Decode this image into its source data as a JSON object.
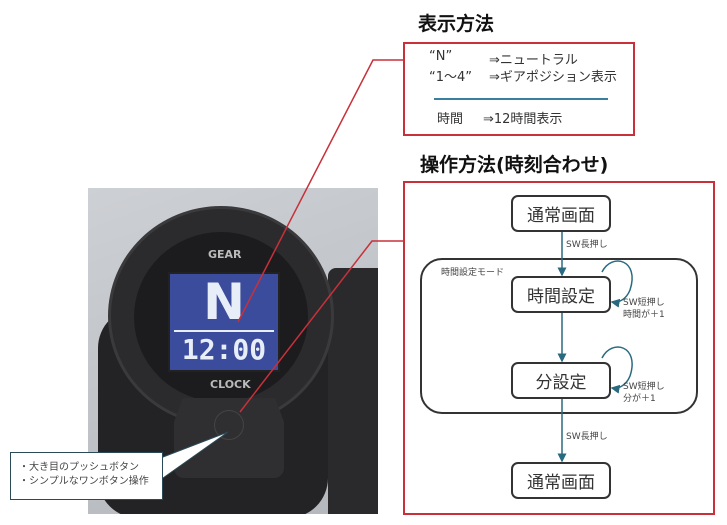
{
  "display_method": {
    "title": "表示方法",
    "rows": [
      {
        "key": "“N”",
        "value": "⇒ニュートラル"
      },
      {
        "key": "“1～4”",
        "value": "⇒ギアポジション表示"
      },
      {
        "key": "時間",
        "value": "⇒12時間表示"
      }
    ]
  },
  "operation_method": {
    "title": "操作方法(時刻合わせ)",
    "mode_label": "時間設定モード",
    "nodes": [
      "通常画面",
      "時間設定",
      "分設定",
      "通常画面"
    ],
    "edge_labels": [
      "SW長押し",
      "SW長押し"
    ],
    "self_loops": [
      {
        "line1": "SW短押し",
        "line2": "時間が＋1"
      },
      {
        "line1": "SW短押し",
        "line2": "分が＋1"
      }
    ]
  },
  "photo": {
    "gear_label": "GEAR",
    "clock_label": "CLOCK",
    "gear_value": "N",
    "time_value": "12:00"
  },
  "callout": {
    "lines": [
      "・大き目のプッシュボタン",
      "・シンプルなワンボタン操作"
    ]
  },
  "colors": {
    "frame": "#c8303a",
    "arrow": "#2a6a80",
    "divider": "#3a7ea0",
    "lcd": "#3a4ea0"
  }
}
